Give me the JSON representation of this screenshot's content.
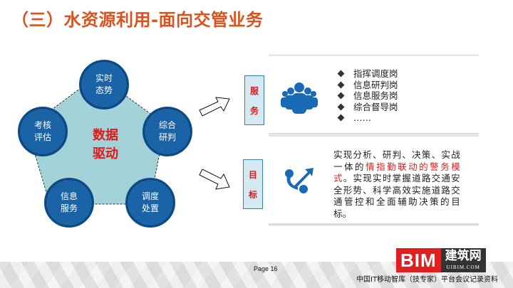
{
  "slide": {
    "title": "（三）水资源利用-面向交管业务",
    "page_label": "Page 16",
    "footer_text": "中国IT移动智库（技专家）平台会议记录资料"
  },
  "diagram": {
    "center_lines": [
      "数据",
      "驱动"
    ],
    "nodes": [
      {
        "id": "realtime",
        "lines": [
          "实时",
          "态势"
        ]
      },
      {
        "id": "analysis",
        "lines": [
          "综合",
          "研判"
        ]
      },
      {
        "id": "dispatch",
        "lines": [
          "调度",
          "处置"
        ]
      },
      {
        "id": "info-service",
        "lines": [
          "信息",
          "服务"
        ]
      },
      {
        "id": "assessment",
        "lines": [
          "考核",
          "评估"
        ]
      }
    ],
    "colors": {
      "node_fill": "#1a63a6",
      "pentagon_fill": "#a3d2d8",
      "center_text": "#e01a1a"
    }
  },
  "service": {
    "tag": [
      "服",
      "务"
    ],
    "icon": "people-group-icon",
    "items": [
      "指挥调度岗",
      "信息研判岗",
      "信息服务岗",
      "综合督导岗",
      "……"
    ]
  },
  "goal": {
    "tag": [
      "目",
      "标"
    ],
    "icon": "connection-arrows-icon",
    "text_before": "实现分析、研判、决策、实战一体的",
    "text_highlight": "情指勤联动的警务模式",
    "text_after": "。实现实时掌握道路交通安全形势、科学高效实施道路交通管控和全面辅助决策的目标。"
  },
  "watermark": {
    "brand": "BIM",
    "brand_cn": "建筑网",
    "url": "UIBIM.COM"
  },
  "colors": {
    "title": "#d9531e",
    "accent_red": "#e01a1a",
    "tag_bg": "#d5e9f2",
    "icon_blue": "#1a6bb5"
  }
}
